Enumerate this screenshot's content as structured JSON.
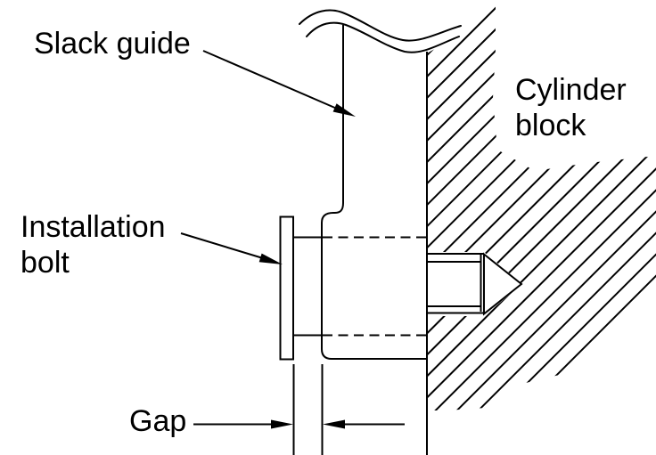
{
  "figure": {
    "type": "engineering-section-diagram",
    "background_color": "#ffffff",
    "line_color": "#000000",
    "labels": {
      "slack_guide": {
        "text": "Slack guide"
      },
      "cylinder_block": {
        "line1": "Cylinder",
        "line2": "block"
      },
      "installation_bolt": {
        "line1": "Installation",
        "line2": "bolt"
      },
      "gap": {
        "text": "Gap"
      }
    }
  }
}
